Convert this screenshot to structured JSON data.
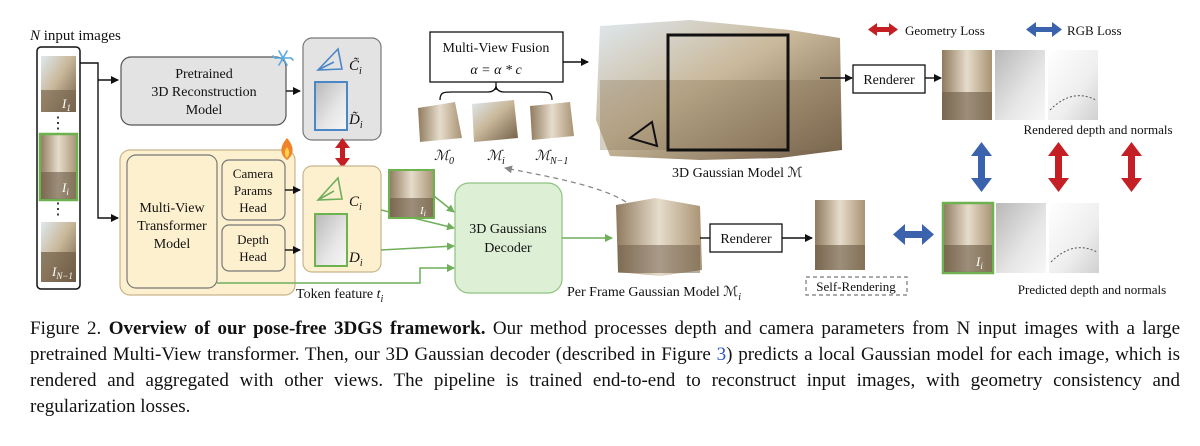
{
  "diagram": {
    "input_label": "input images",
    "input_label_N": "N",
    "input_dots": [
      "⋮",
      "⋮"
    ],
    "pretrained_box": {
      "line1": "Pretrained",
      "line2": "3D Reconstruction",
      "line3": "Model"
    },
    "pretrained_cam": "C̃",
    "pretrained_cam_sub": "i",
    "pretrained_depth": "D̃",
    "pretrained_depth_sub": "i",
    "mvt_box": {
      "line1": "Multi-View",
      "line2": "Transformer",
      "line3": "Model"
    },
    "camera_head": {
      "line1": "Camera",
      "line2": "Params",
      "line3": "Head"
    },
    "depth_head": {
      "line1": "Depth",
      "line2": "Head"
    },
    "cam": "C",
    "cam_sub": "i",
    "depth": "D",
    "depth_sub": "i",
    "token_feature": "Token feature",
    "token_feature_sym": "t",
    "token_feature_sub": "i",
    "decoder": {
      "line1": "3D Gaussians",
      "line2": "Decoder"
    },
    "fusion": {
      "line1": "Multi-View Fusion",
      "line2": "α = α * c"
    },
    "small_models": [
      {
        "sym": "ℳ",
        "sub": "0"
      },
      {
        "sym": "ℳ",
        "sub": "i"
      },
      {
        "sym": "ℳ",
        "sub": "N−1"
      }
    ],
    "gaussian_model_label": "3D Gaussian Model ℳ",
    "renderer_top": "Renderer",
    "renderer_bottom": "Renderer",
    "per_frame_label": "Per Frame Gaussian Model ℳ",
    "per_frame_sub": "i",
    "self_rendering": "Self-Rendering",
    "legend": {
      "geometry": "Geometry Loss",
      "rgb": "RGB Loss"
    },
    "rendered_label": "Rendered depth and normals",
    "predicted_label": "Predicted depth and normals",
    "image_tag_sym": "I",
    "image_tags": [
      "1",
      "i",
      "N−1"
    ],
    "predicted_tag_sub": "i",
    "colors": {
      "pretrained_fill": "#e3e3e3",
      "mvt_fill": "#fdf0cf",
      "mvt_stroke": "#c8b48a",
      "decoder_fill": "#ddf0d6",
      "decoder_stroke": "#8fc27f",
      "green_arrow": "#6fae5a",
      "geometry_arrow": "#c51f26",
      "rgb_arrow": "#3b63ad",
      "blue_cam": "#4a86c8",
      "green_frame": "#6db24f"
    },
    "icons": [
      "snowflake-icon",
      "fire-icon",
      "camera-icon"
    ]
  },
  "caption": {
    "prefix": "Figure 2.",
    "bold": "Overview of our pose-free 3DGS framework.",
    "part1": " Our method processes depth and camera parameters from N input images with a large pretrained Multi-View transformer. Then, our 3D Gaussian decoder (described in Figure ",
    "ref": "3",
    "part2": ") predicts a local Gaussian model for each image, which is rendered and aggregated with other views. The pipeline is trained end-to-end to reconstruct input images, with geometry consistency and regularization losses."
  }
}
